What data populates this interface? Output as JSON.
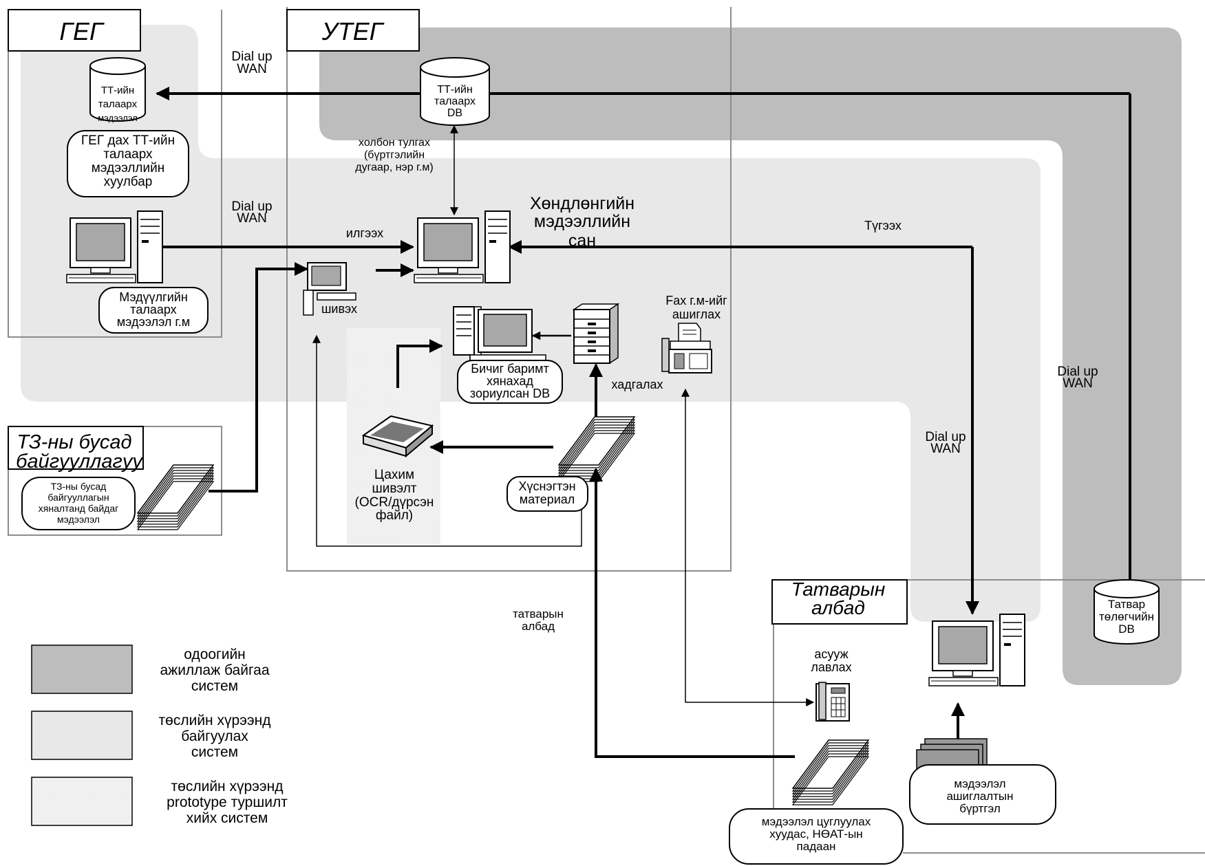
{
  "zones": {
    "geg": "ГЕГ",
    "uteg": "УТЕГ",
    "tz_other": [
      "ТЗ-ны бусад",
      "байгууллагуу"
    ],
    "tax_office": [
      "Татварын",
      "албад"
    ]
  },
  "stores": {
    "geg_db": [
      "ТТ-ийн",
      "талаарх",
      "мэдээлэл"
    ],
    "uteg_db": [
      "ТТ-ийн",
      "талаарх",
      "DB"
    ],
    "tax_payer_db": [
      "Татвар",
      "төлөгчийн",
      "DB"
    ]
  },
  "boxes": {
    "geg_compilation": [
      "ГЕГ дах ТТ-ийн",
      "талаарх",
      "мэдээллийн",
      "хуулбар"
    ],
    "intel_info": [
      "Мэдүүлгийн",
      "талаарх",
      "мэдээлэл г.м"
    ],
    "tz_controlled": [
      "ТЗ-ны бусад",
      "байгууллагын",
      "хяналтанд байдаг",
      "мэдээлэл"
    ],
    "doc_db": [
      "Бичиг баримт",
      "хянахад",
      "зориулсан DB"
    ],
    "source_material": [
      "Хүснэгтэн",
      "материал"
    ],
    "collection_form": [
      "мэдээлэл цуглуулах",
      "хуудас, НӨАТ-ын",
      "падаан"
    ],
    "usage_register": [
      "мэдээлэл",
      "ашиглалтын",
      "бүртгэл"
    ]
  },
  "labels": {
    "dialup_1": [
      "Dial up",
      "WAN"
    ],
    "dialup_2": [
      "Dial up",
      "WAN"
    ],
    "dialup_3": [
      "Dial up",
      "WAN"
    ],
    "dialup_4": [
      "Dial up",
      "WAN"
    ],
    "link_key": [
      "холбон тулгах",
      "(бүртгэлийн",
      "дугаар, нэр г.м)"
    ],
    "central_db": [
      "Хөндлөнгийн",
      "мэдээллийн",
      "сан"
    ],
    "send": "илгээх",
    "collect": "Түгээх",
    "scan_input": "шивэх",
    "fax_use": [
      "Fax г.м-ийг",
      "ашиглах"
    ],
    "store": "хадгалах",
    "scan_ocr": [
      "Цахим",
      "шивэлт",
      "(OCR/дүрсэн",
      "файл)"
    ],
    "tax_offices": [
      "татварын",
      "албад"
    ],
    "inquiry": [
      "асууж",
      "лавлах"
    ]
  },
  "legend": {
    "current": [
      "одоогийн",
      "ажиллаж байгаа",
      "систем"
    ],
    "project": [
      "төслийн хүрээнд",
      "байгуулах",
      "систем"
    ],
    "prototype": [
      "төслийн хүрээнд",
      "prototype туршилт",
      "хийх систем"
    ]
  },
  "colors": {
    "current_system": "#bdbdbd",
    "project_system": "#e8e8e8",
    "prototype_system": "#f0f0f0",
    "line": "#000000",
    "zone_border": "#8c8c8c"
  }
}
